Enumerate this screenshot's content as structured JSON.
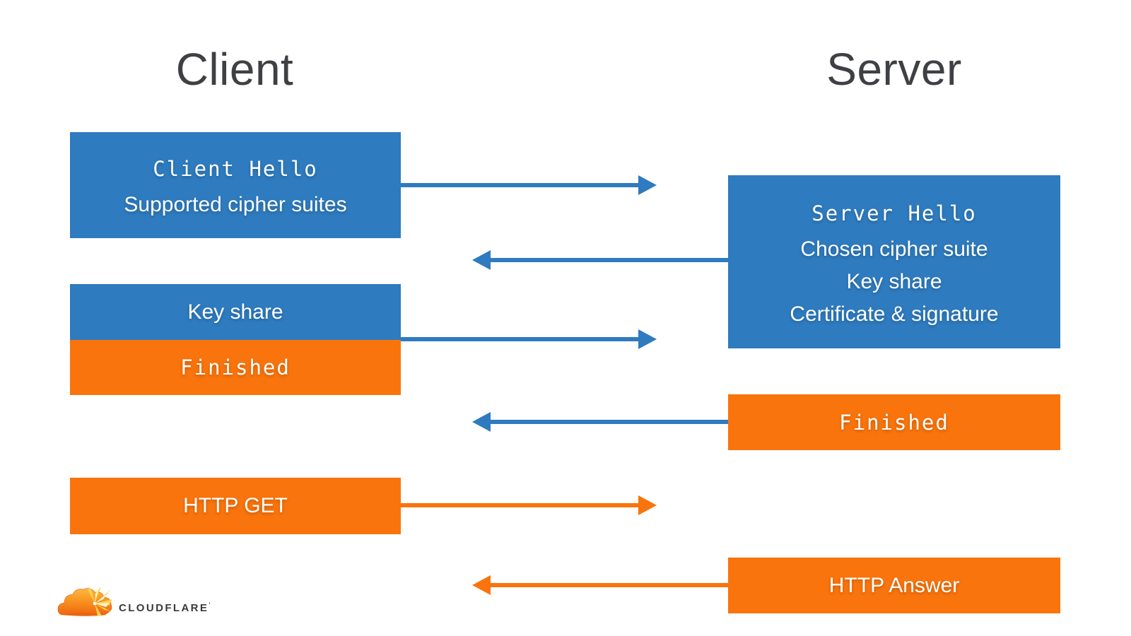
{
  "palette": {
    "box_blue": "#2e7bbf",
    "box_orange": "#f9740c",
    "heading_gray": "#3e4043",
    "box_text": "#ffffff",
    "logo_orange": "#f78d1e",
    "logo_gray": "#3a3a3c"
  },
  "headings": {
    "client": "Client",
    "server": "Server"
  },
  "client_column": {
    "hello_box": {
      "line1": "Client Hello",
      "line2": "Supported cipher suites"
    },
    "key_share_box": {
      "label": "Key share"
    },
    "finished_box": {
      "label": "Finished"
    },
    "http_get_box": {
      "label": "HTTP GET"
    }
  },
  "server_column": {
    "hello_box": {
      "line1": "Server Hello",
      "line2": "Chosen cipher suite",
      "line3": "Key share",
      "line4": "Certificate & signature"
    },
    "finished_box": {
      "label": "Finished"
    },
    "http_answer_box": {
      "label": "HTTP Answer"
    }
  },
  "arrows": [
    {
      "id": "client-hello-arrow",
      "direction": "right",
      "color": "blue"
    },
    {
      "id": "server-hello-arrow",
      "direction": "left",
      "color": "blue"
    },
    {
      "id": "key-share-finished-arrow",
      "direction": "right",
      "color": "blue"
    },
    {
      "id": "server-finished-arrow",
      "direction": "left",
      "color": "blue"
    },
    {
      "id": "http-get-arrow",
      "direction": "right",
      "color": "orange"
    },
    {
      "id": "http-answer-arrow",
      "direction": "left",
      "color": "orange"
    }
  ],
  "footer": {
    "logo_text": "CLOUDFLARE",
    "logo_mark": "'"
  }
}
